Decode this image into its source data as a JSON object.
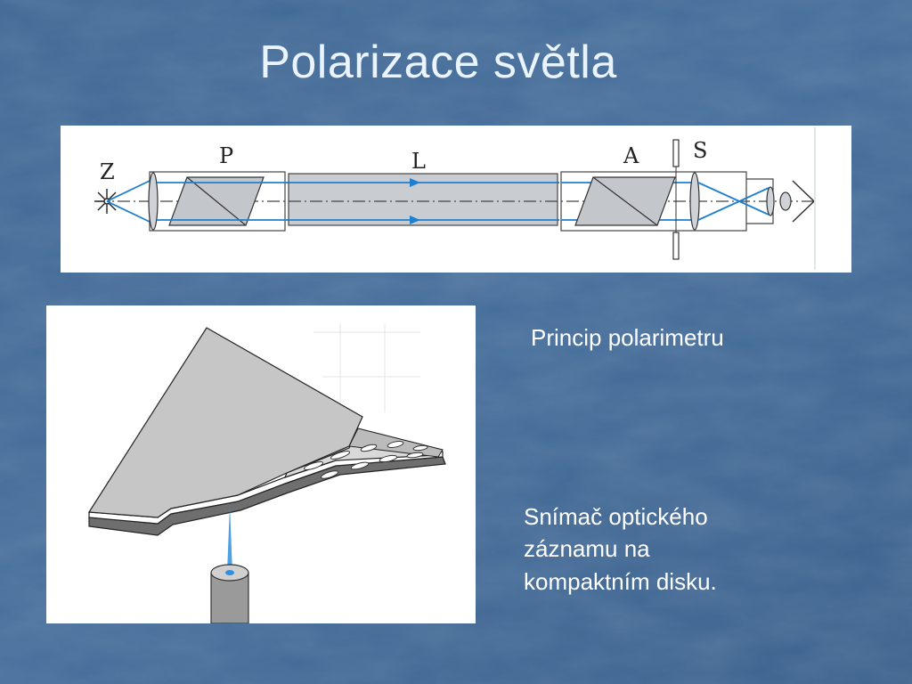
{
  "slide": {
    "title": "Polarizace světla",
    "caption_polarimeter": "Princip polarimetru",
    "caption_cd_lines": [
      "Snímač optického",
      "záznamu na",
      "kompaktním disku."
    ]
  },
  "diagram_labels": {
    "source": "Z",
    "polarizer": "P",
    "tube": "L",
    "analyzer": "A",
    "scale": "S"
  },
  "colors": {
    "background": "#3e6593",
    "beam": "#1f7fd0",
    "title": "#eaf4ff"
  }
}
